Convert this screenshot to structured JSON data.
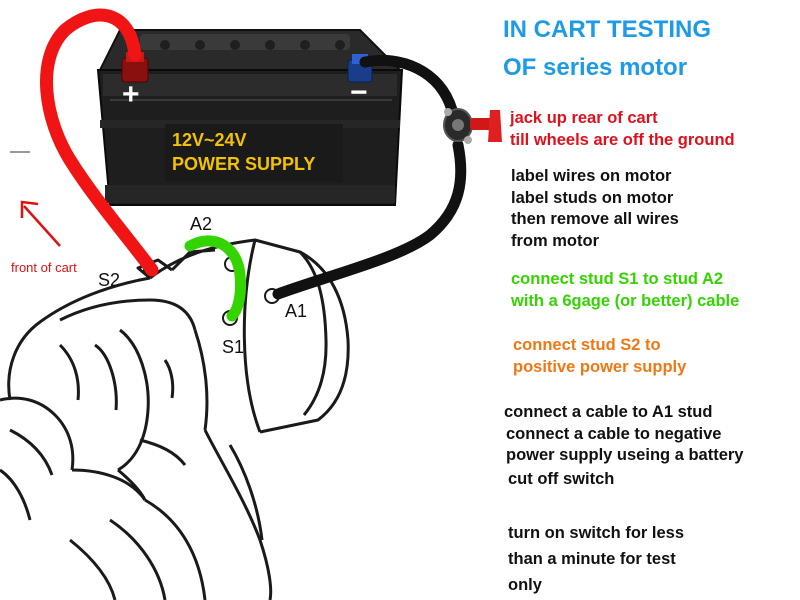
{
  "title": {
    "line1": "IN CART TESTING",
    "line2": "OF series motor"
  },
  "battery": {
    "label_line1": "12V~24V",
    "label_line2": "POWER SUPPLY",
    "positive_sign": "+",
    "negative_sign": "−"
  },
  "motor_labels": {
    "a2": "A2",
    "s2": "S2",
    "s1": "S1",
    "a1": "A1"
  },
  "front_of_cart": "front of cart",
  "steps": {
    "jack": [
      "jack up rear of cart",
      "till wheels are off the ground"
    ],
    "label": [
      "label wires on motor",
      "label studs on motor",
      "then remove all wires",
      "from motor"
    ],
    "connect_s1": [
      "connect stud S1 to stud A2",
      "with a 6gage (or better) cable"
    ],
    "connect_s2": [
      "connect stud S2 to",
      "positive power supply"
    ],
    "connect_a1": [
      "connect a cable to A1 stud",
      "connect a cable to negative",
      "power supply useing a battery",
      "cut off switch"
    ],
    "turn_on": [
      "turn on switch for less",
      "than a minute for test",
      "only"
    ]
  },
  "colors": {
    "title": "#1e9be6",
    "jack": "#e0101c",
    "normal": "#111111",
    "s1_green": "#33d400",
    "s2_orange": "#f07814",
    "positive_cable": "#f01414",
    "negative_cable": "#111111",
    "label_gold": "#f2c200"
  }
}
